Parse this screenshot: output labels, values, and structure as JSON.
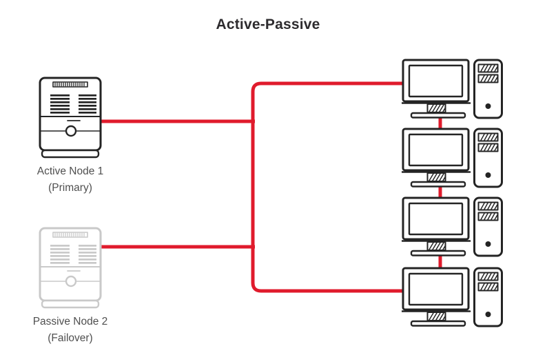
{
  "title": "Active-Passive",
  "colors": {
    "red": "#e01b2c",
    "dark": "#242424",
    "gray": "#c9c9c9",
    "label": "#4f4f4f",
    "title": "#2d2b2e",
    "background": "#ffffff"
  },
  "left_nodes": [
    {
      "label": "Active Node 1",
      "sublabel": "(Primary)",
      "state": "active"
    },
    {
      "label": "Passive Node 2",
      "sublabel": "(Failover)",
      "state": "passive"
    }
  ],
  "clients": {
    "count": 4,
    "icon": "workstation-icon"
  },
  "icons": {
    "server": "server-icon",
    "client": "workstation-icon"
  }
}
